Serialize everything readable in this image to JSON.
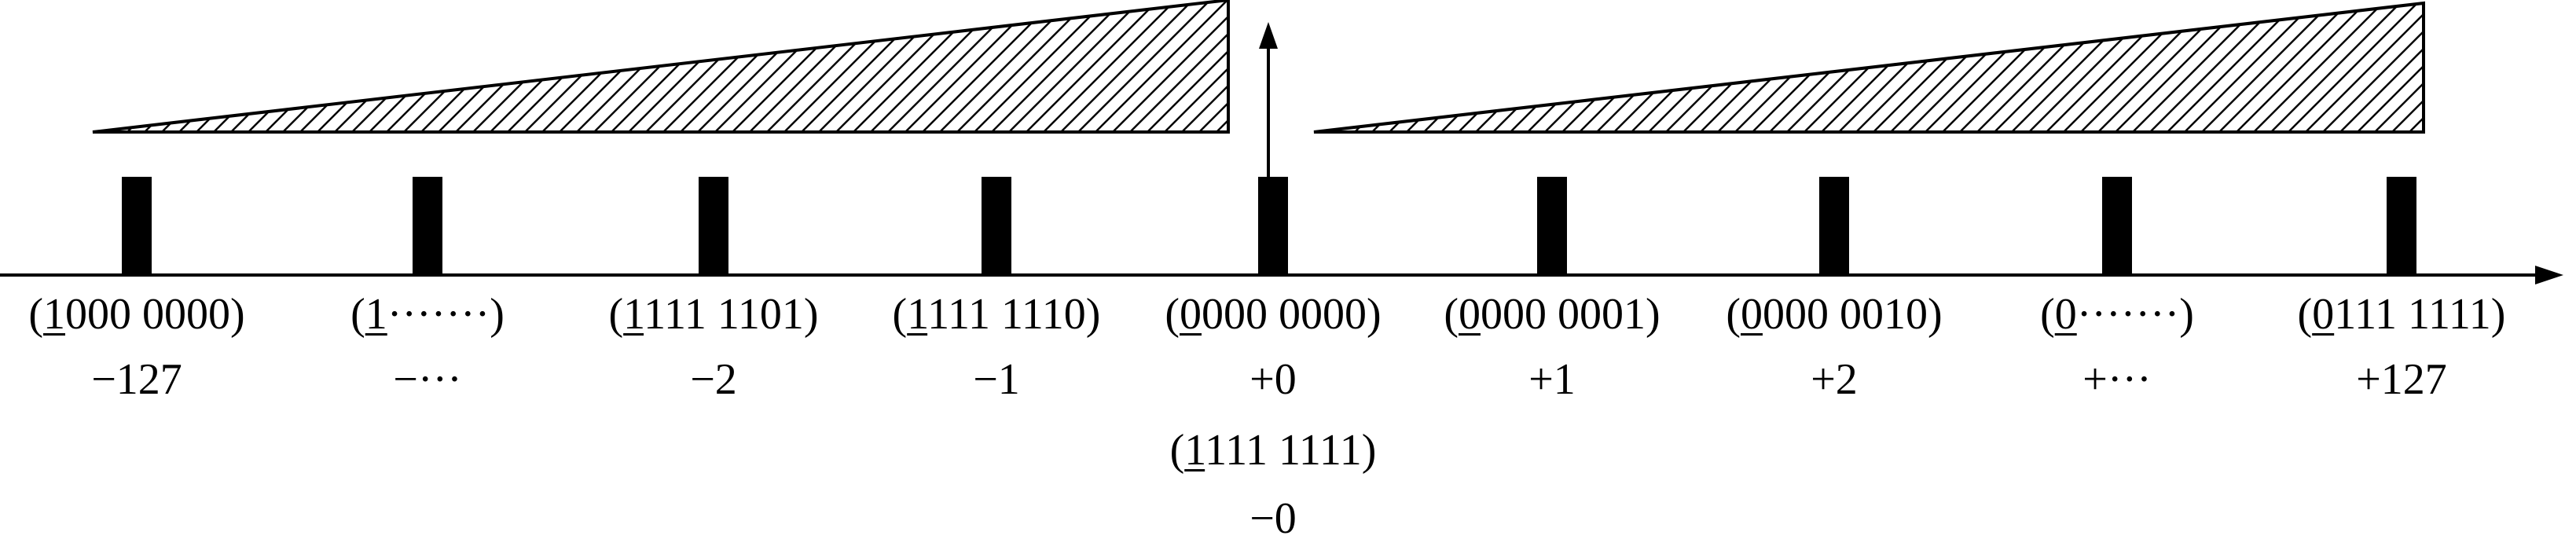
{
  "ticks": [
    {
      "sign": "1",
      "rest": "000 0000",
      "value": "−127"
    },
    {
      "sign": "1",
      "rest": "·······",
      "value": "−···"
    },
    {
      "sign": "1",
      "rest": "111 1101",
      "value": "−2"
    },
    {
      "sign": "1",
      "rest": "111 1110",
      "value": "−1"
    },
    {
      "sign": "0",
      "rest": "000 0000",
      "value": "+0"
    },
    {
      "sign": "0",
      "rest": "000 0001",
      "value": "+1"
    },
    {
      "sign": "0",
      "rest": "000 0010",
      "value": "+2"
    },
    {
      "sign": "0",
      "rest": "·······",
      "value": "+···"
    },
    {
      "sign": "0",
      "rest": "111 1111",
      "value": "+127"
    }
  ],
  "zero_alt": {
    "sign": "1",
    "rest": "111 1111",
    "value": "−0"
  }
}
